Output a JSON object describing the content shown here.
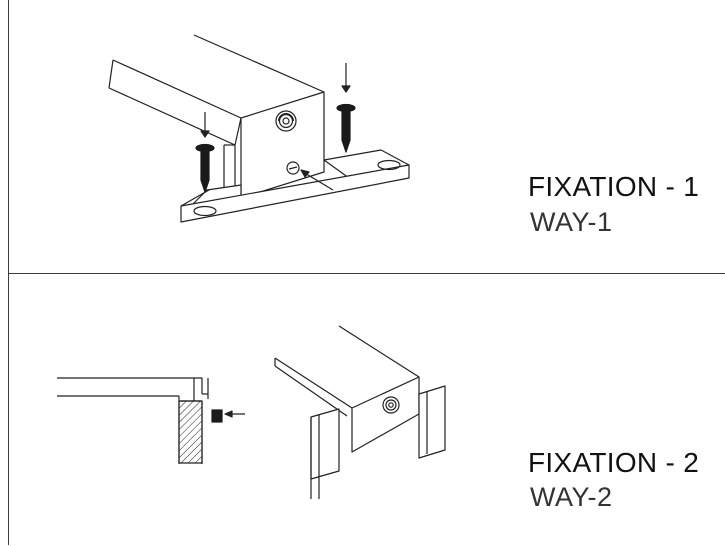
{
  "fixation_1": {
    "title": "FIXATION - 1",
    "subtitle": "WAY-1"
  },
  "fixation_2": {
    "title": "FIXATION - 2",
    "subtitle": "WAY-2"
  },
  "colors": {
    "line": "#222222",
    "screw": "#1a1a1a",
    "border": "#3a3a3a"
  },
  "icons": [
    "screw-icon",
    "arrow-icon",
    "grub-screw-icon"
  ]
}
